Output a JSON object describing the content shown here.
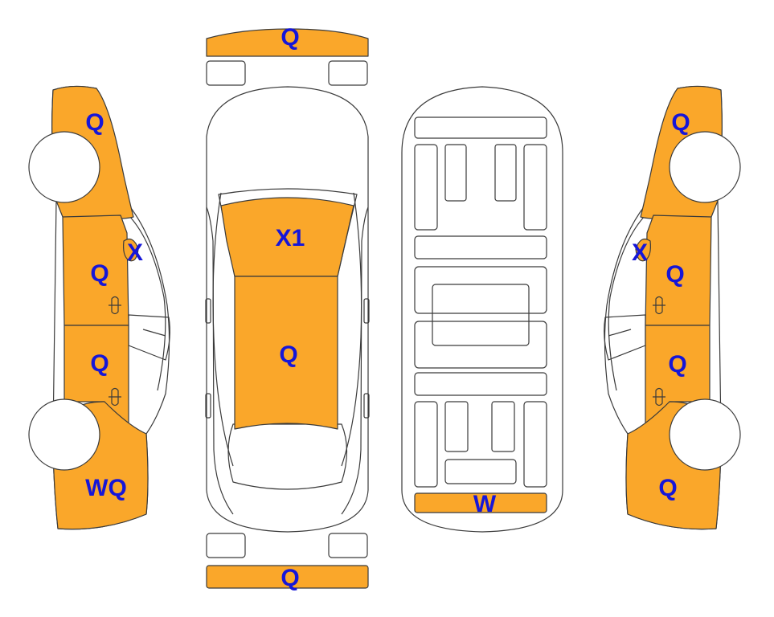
{
  "colors": {
    "damaged_panel": "#FAA72A",
    "undamaged_panel": "#FFFFFF",
    "outline": "#3A3A3A",
    "mark_text": "#1616D8"
  },
  "marks": {
    "front_bumper": "Q",
    "rear_bumper": "Q",
    "hood": "X1",
    "roof": "Q",
    "underbody_rear": "W",
    "left_front_fender": "Q",
    "left_mirror": "X",
    "left_front_door": "Q",
    "left_rear_door": "Q",
    "left_quarter_panel": "WQ",
    "right_front_fender": "Q",
    "right_mirror": "X",
    "right_front_door": "Q",
    "right_rear_door": "Q",
    "right_quarter_panel": "Q"
  }
}
